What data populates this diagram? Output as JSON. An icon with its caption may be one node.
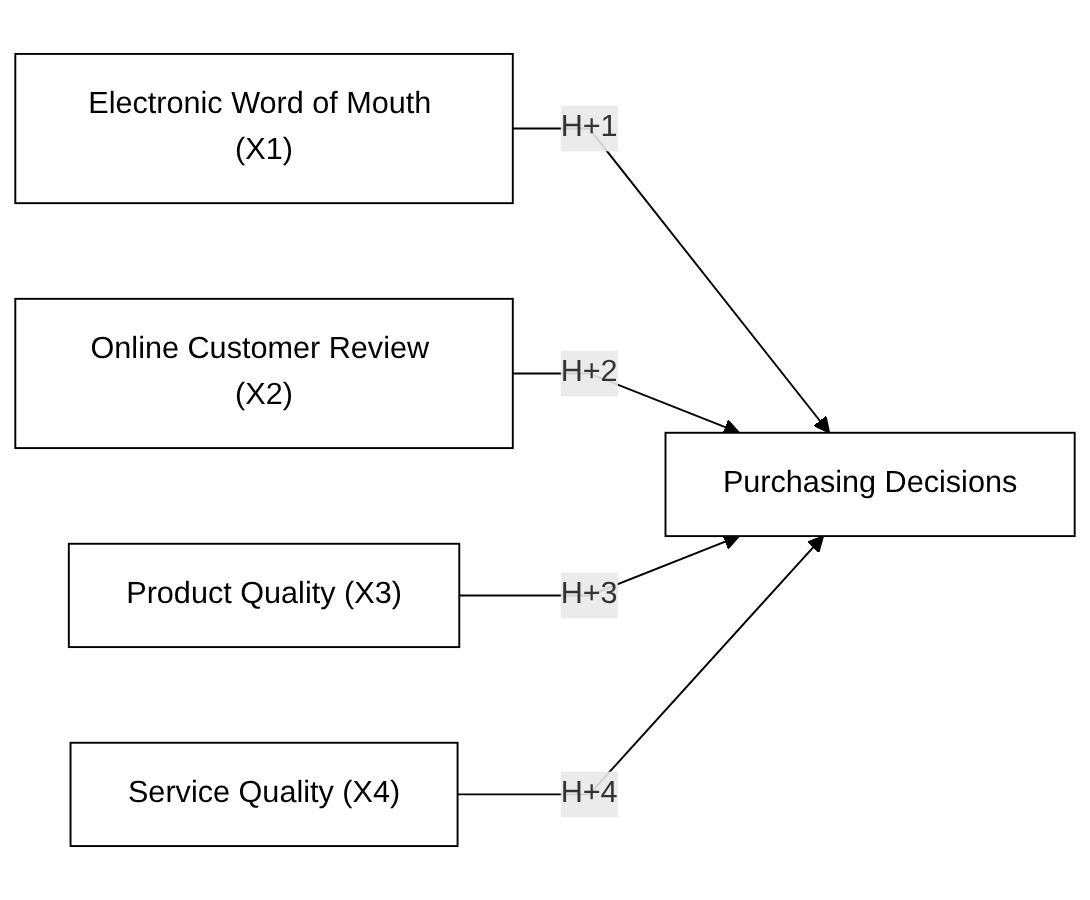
{
  "diagram": {
    "nodes": [
      {
        "text": [
          "Electronic Word of Mouth (X1)"
        ]
      },
      {
        "text": [
          "Online Customer Review (X2)"
        ]
      },
      {
        "text": [
          "Product Quality (X3)"
        ]
      },
      {
        "text": [
          "Service Quality (X4)"
        ]
      },
      {
        "text": [
          "Purchasing Decisions"
        ]
      }
    ],
    "edges": [
      {
        "from": 0,
        "to": 4,
        "arrow": "to",
        "label": "H+1"
      },
      {
        "from": 1,
        "to": 4,
        "arrow": "to",
        "label": "H+2"
      },
      {
        "from": 2,
        "to": 4,
        "arrow": "to",
        "label": "H+3"
      },
      {
        "from": 3,
        "to": 4,
        "arrow": "to",
        "label": "H+4"
      }
    ]
  }
}
